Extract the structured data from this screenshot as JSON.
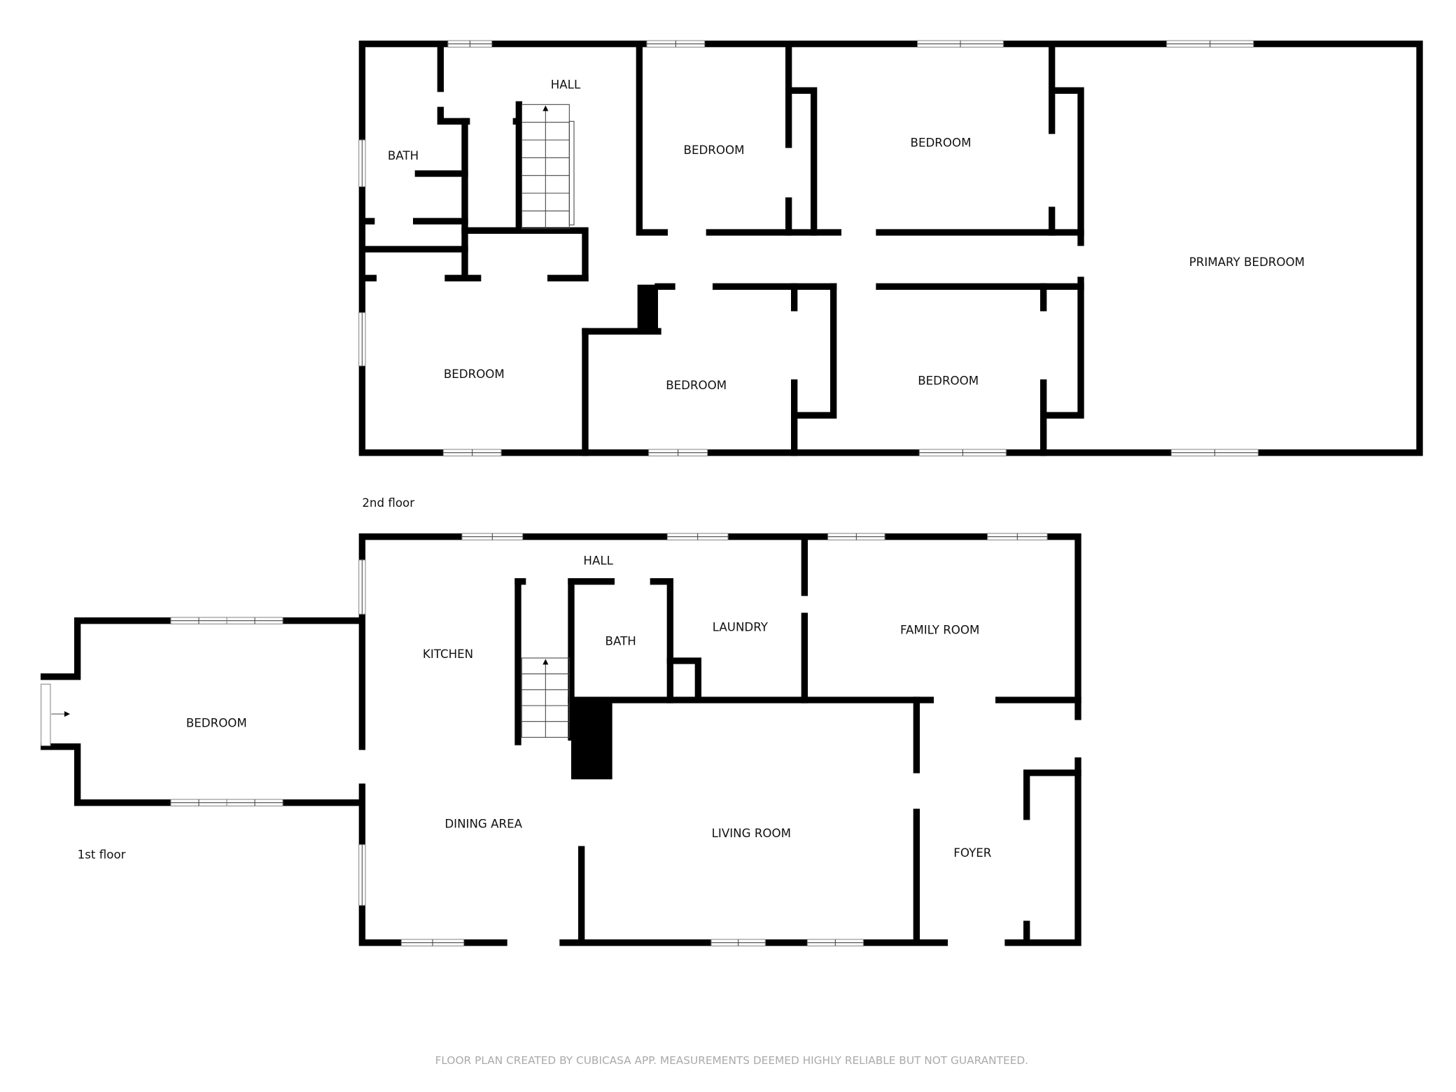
{
  "floors": [
    {
      "label": "2nd floor",
      "rooms": [
        "HALL",
        "BATH",
        "BEDROOM",
        "BEDROOM",
        "PRIMARY BEDROOM",
        "BEDROOM",
        "BEDROOM",
        "BEDROOM"
      ]
    },
    {
      "label": "1st floor",
      "rooms": [
        "HALL",
        "KITCHEN",
        "BATH",
        "LAUNDRY",
        "FAMILY ROOM",
        "BEDROOM",
        "DINING AREA",
        "LIVING ROOM",
        "FOYER"
      ]
    }
  ],
  "footer": "FLOOR PLAN CREATED BY CUBICASA APP. MEASUREMENTS DEEMED HIGHLY RELIABLE BUT NOT GUARANTEED.",
  "colors": {
    "wall": "#000000",
    "background": "#ffffff",
    "footer_text": "#aaaaaa"
  }
}
